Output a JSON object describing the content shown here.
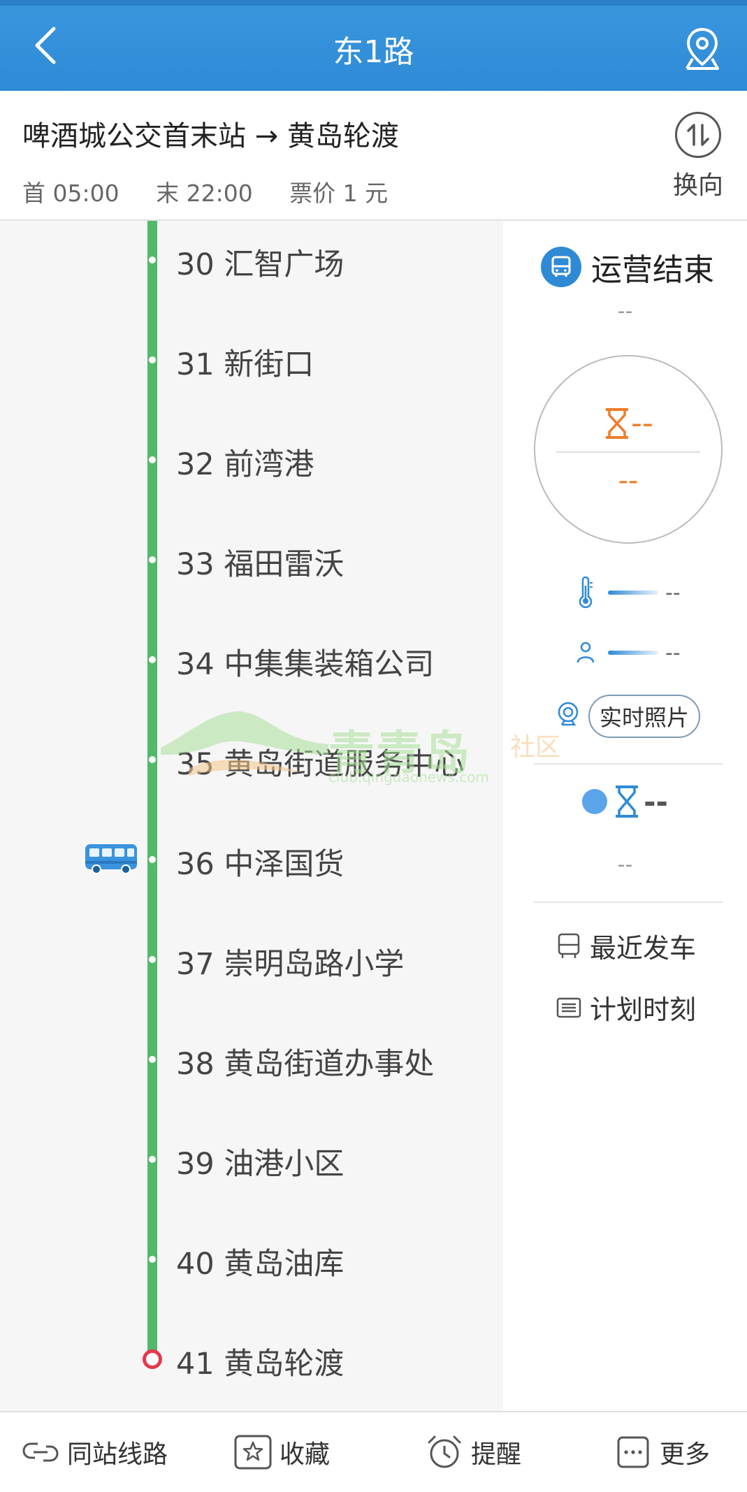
{
  "header": {
    "title": "东1路"
  },
  "route": {
    "direction_text": "啤酒城公交首末站 → 黄岛轮渡",
    "first_bus": "首 05:00",
    "last_bus": "末 22:00",
    "fare": "票价 1 元",
    "switch_label": "换向"
  },
  "stops": [
    {
      "name": "30 汇智广场"
    },
    {
      "name": "31 新街口"
    },
    {
      "name": "32 前湾港"
    },
    {
      "name": "33 福田雷沃"
    },
    {
      "name": "34 中集集装箱公司"
    },
    {
      "name": "35 黄岛街道服务中心"
    },
    {
      "name": "36 中泽国货"
    },
    {
      "name": "37 崇明岛路小学"
    },
    {
      "name": "38 黄岛街道办事处"
    },
    {
      "name": "39 油港小区"
    },
    {
      "name": "40 黄岛油库"
    },
    {
      "name": "41 黄岛轮渡"
    }
  ],
  "panel": {
    "status": "运营结束",
    "status_sub": "--",
    "ring_top": "--",
    "ring_bottom": "--",
    "temperature": "--",
    "crowd": "--",
    "photo_label": "实时照片",
    "next_value": "--",
    "next_sub": "--",
    "recent_label": "最近发车",
    "schedule_label": "计划时刻"
  },
  "bottom_tabs": {
    "same_station": "同站线路",
    "favorite": "收藏",
    "remind": "提醒",
    "more": "更多"
  },
  "watermark": {
    "brand": "青青岛",
    "she": "社区",
    "url": "club.qingdaonews.com"
  },
  "colors": {
    "header_blue": "#2f8ad6",
    "line_green": "#52b86a",
    "terminal_red": "#e5384c",
    "wait_orange": "#ee7d2a"
  }
}
